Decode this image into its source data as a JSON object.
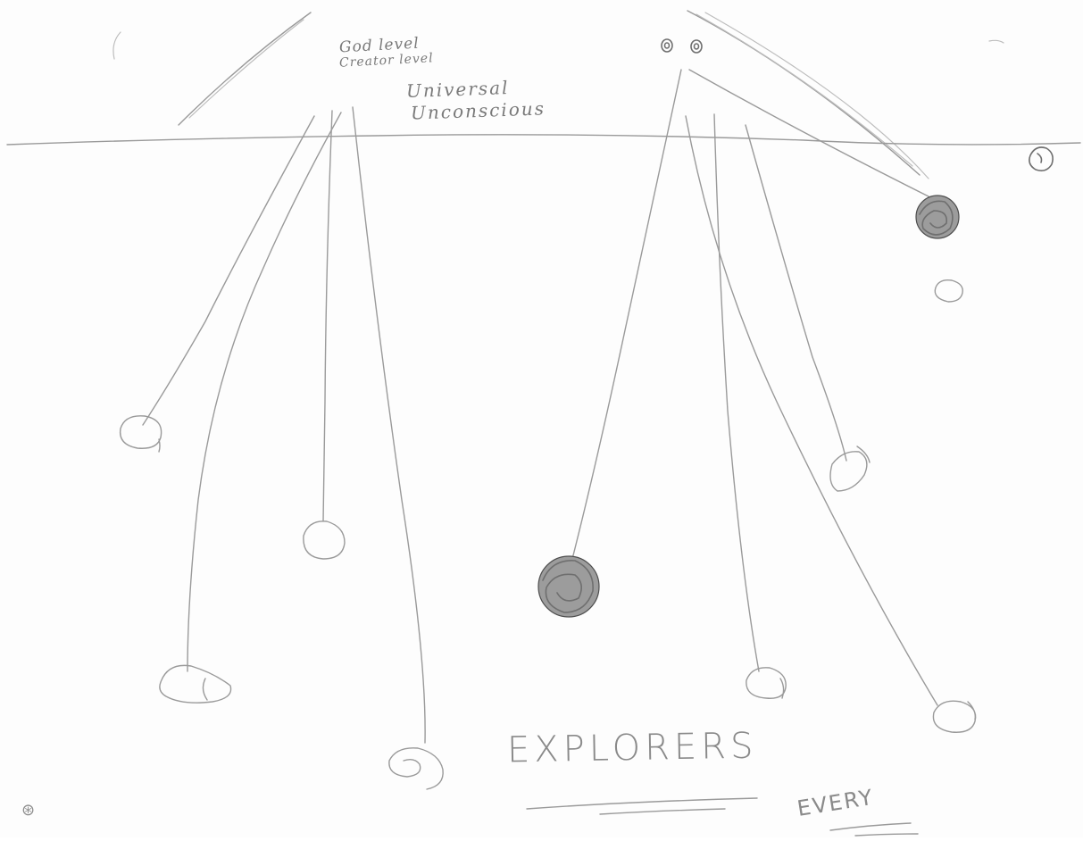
{
  "labels": {
    "god_level": "God level",
    "creator_level": "Creator level",
    "universal": "Universal",
    "unconscious": "Unconscious",
    "explorers": "EXPLORERS",
    "every": "EVERY",
    "corner_mark": "⊛"
  }
}
